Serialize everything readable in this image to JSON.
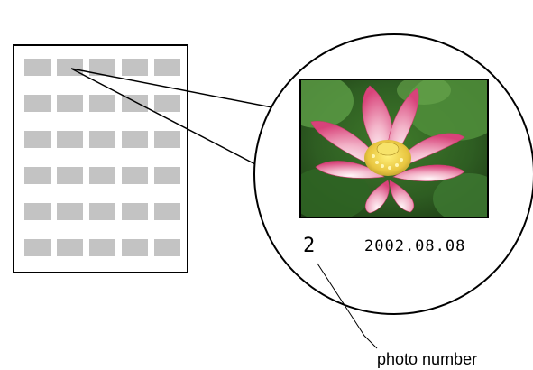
{
  "index_sheet": {
    "rows": 6,
    "cols": 5,
    "thumbnail_color": "#c3c3c3",
    "row_thumbnail_counts": [
      5,
      5,
      5,
      5,
      5,
      5
    ]
  },
  "zoom": {
    "photo": {
      "subject_icon": "lotus-flower-photo",
      "number": "2",
      "date": "2002.08.08"
    }
  },
  "callout": {
    "label": "photo number"
  }
}
